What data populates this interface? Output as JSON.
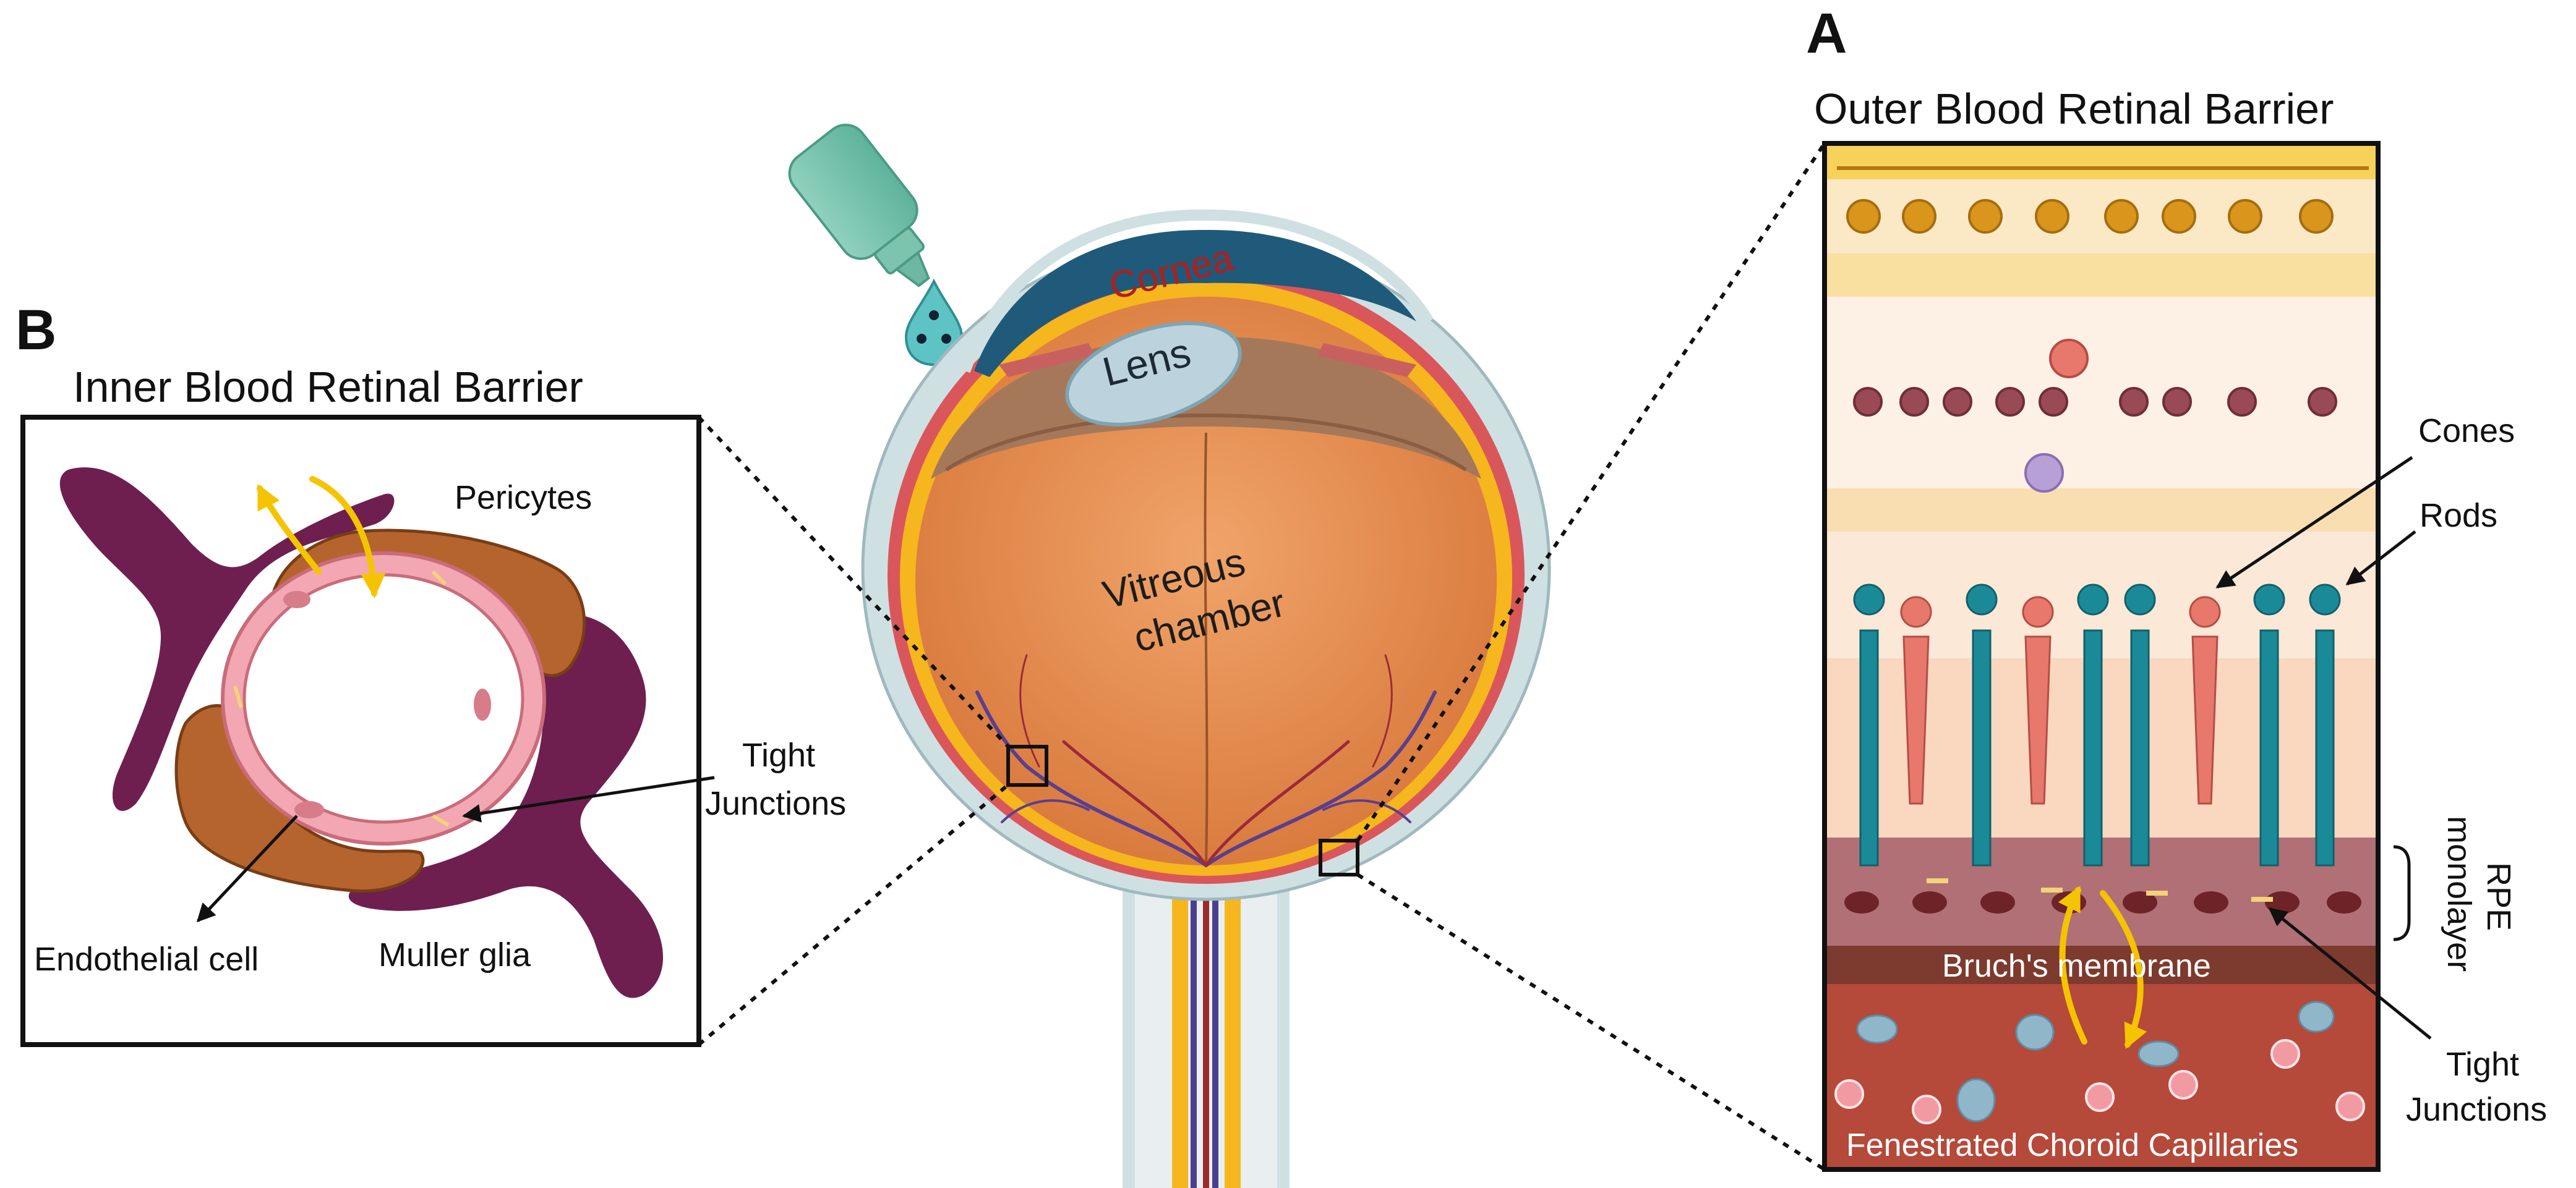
{
  "panel_a": {
    "letter": "A",
    "title": "Outer Blood Retinal Barrier",
    "labels": {
      "cones": "Cones",
      "rods": "Rods",
      "rpe_line1": "RPE",
      "rpe_line2": "monolayer",
      "bruchs": "Bruch's membrane",
      "tight_line1": "Tight",
      "tight_line2": "Junctions",
      "choroid": "Fenestrated Choroid Capillaries"
    }
  },
  "panel_b": {
    "letter": "B",
    "title": "Inner Blood Retinal Barrier",
    "labels": {
      "pericytes": "Pericytes",
      "tight_line1": "Tight",
      "tight_line2": "Junctions",
      "endothelial": "Endothelial cell",
      "muller": "Muller glia"
    }
  },
  "eye": {
    "labels": {
      "cornea": "Cornea",
      "lens": "Lens",
      "vitreous_line1": "Vitreous",
      "vitreous_line2": "chamber"
    }
  },
  "colors": {
    "eye_orange": "#e2894a",
    "sclera": "#cfe0e3",
    "muller_purple": "#6e1f4f",
    "pericyte_brown": "#b5642e",
    "endothelial_pink": "#f2a7b2",
    "arrow_yellow": "#f5c400",
    "rod_teal": "#1b8a98",
    "cone_salmon": "#e8786c",
    "ganglion_gold": "#d9951c",
    "choroid_red": "#b5493a",
    "cornea_label_red": "#b01e1e"
  }
}
